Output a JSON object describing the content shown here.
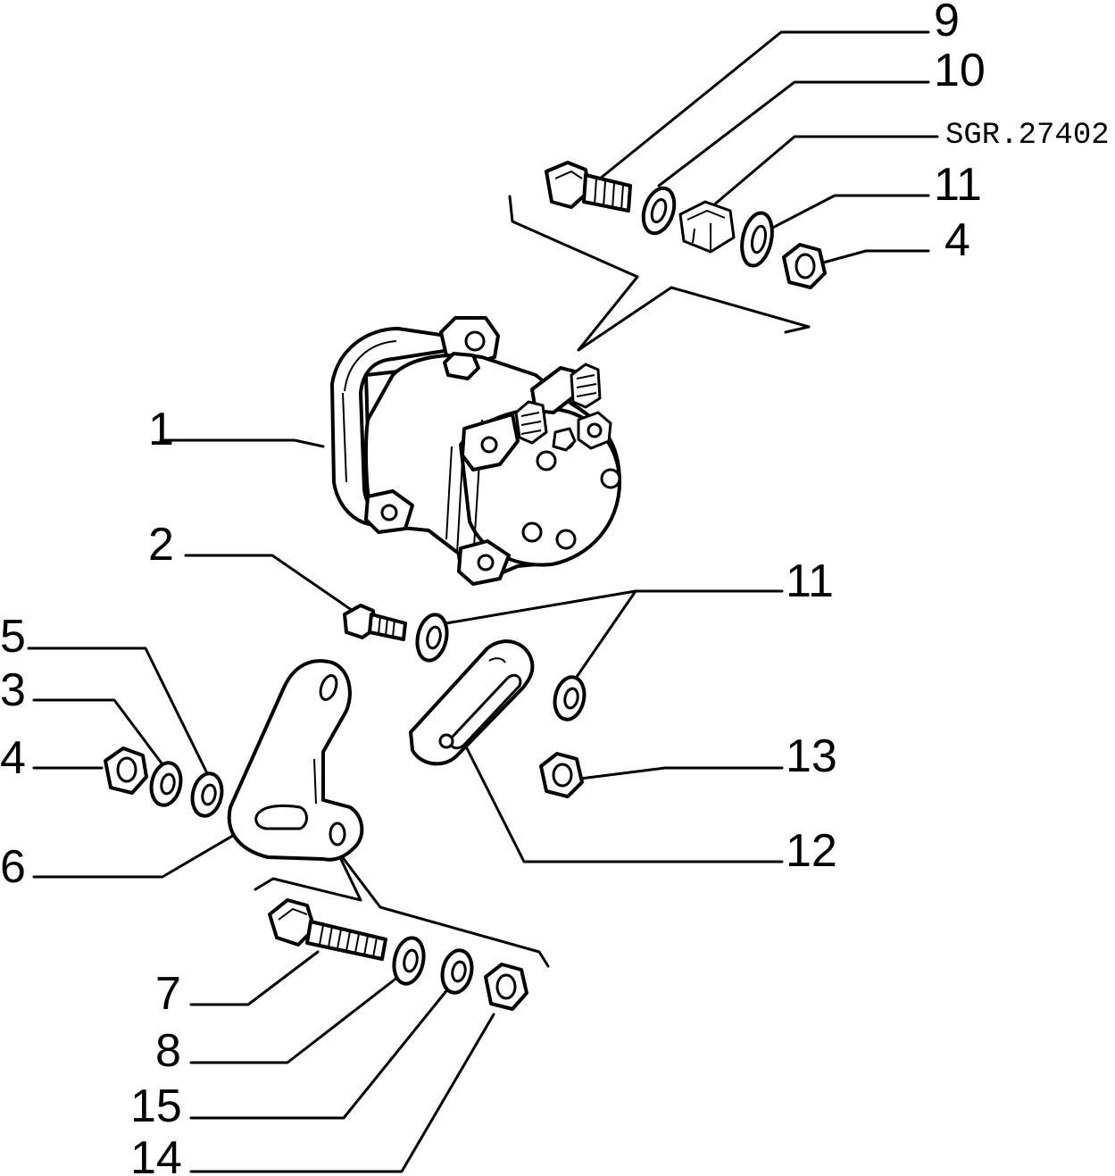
{
  "labels": {
    "l9": "9",
    "l10": "10",
    "code": "SGR.27402",
    "l11a": "11",
    "l4a": "4",
    "l1": "1",
    "l2": "2",
    "l11b": "11",
    "l5": "5",
    "l3": "3",
    "l4b": "4",
    "l13": "13",
    "l6": "6",
    "l12": "12",
    "l7": "7",
    "l8": "8",
    "l15": "15",
    "l14": "14"
  }
}
